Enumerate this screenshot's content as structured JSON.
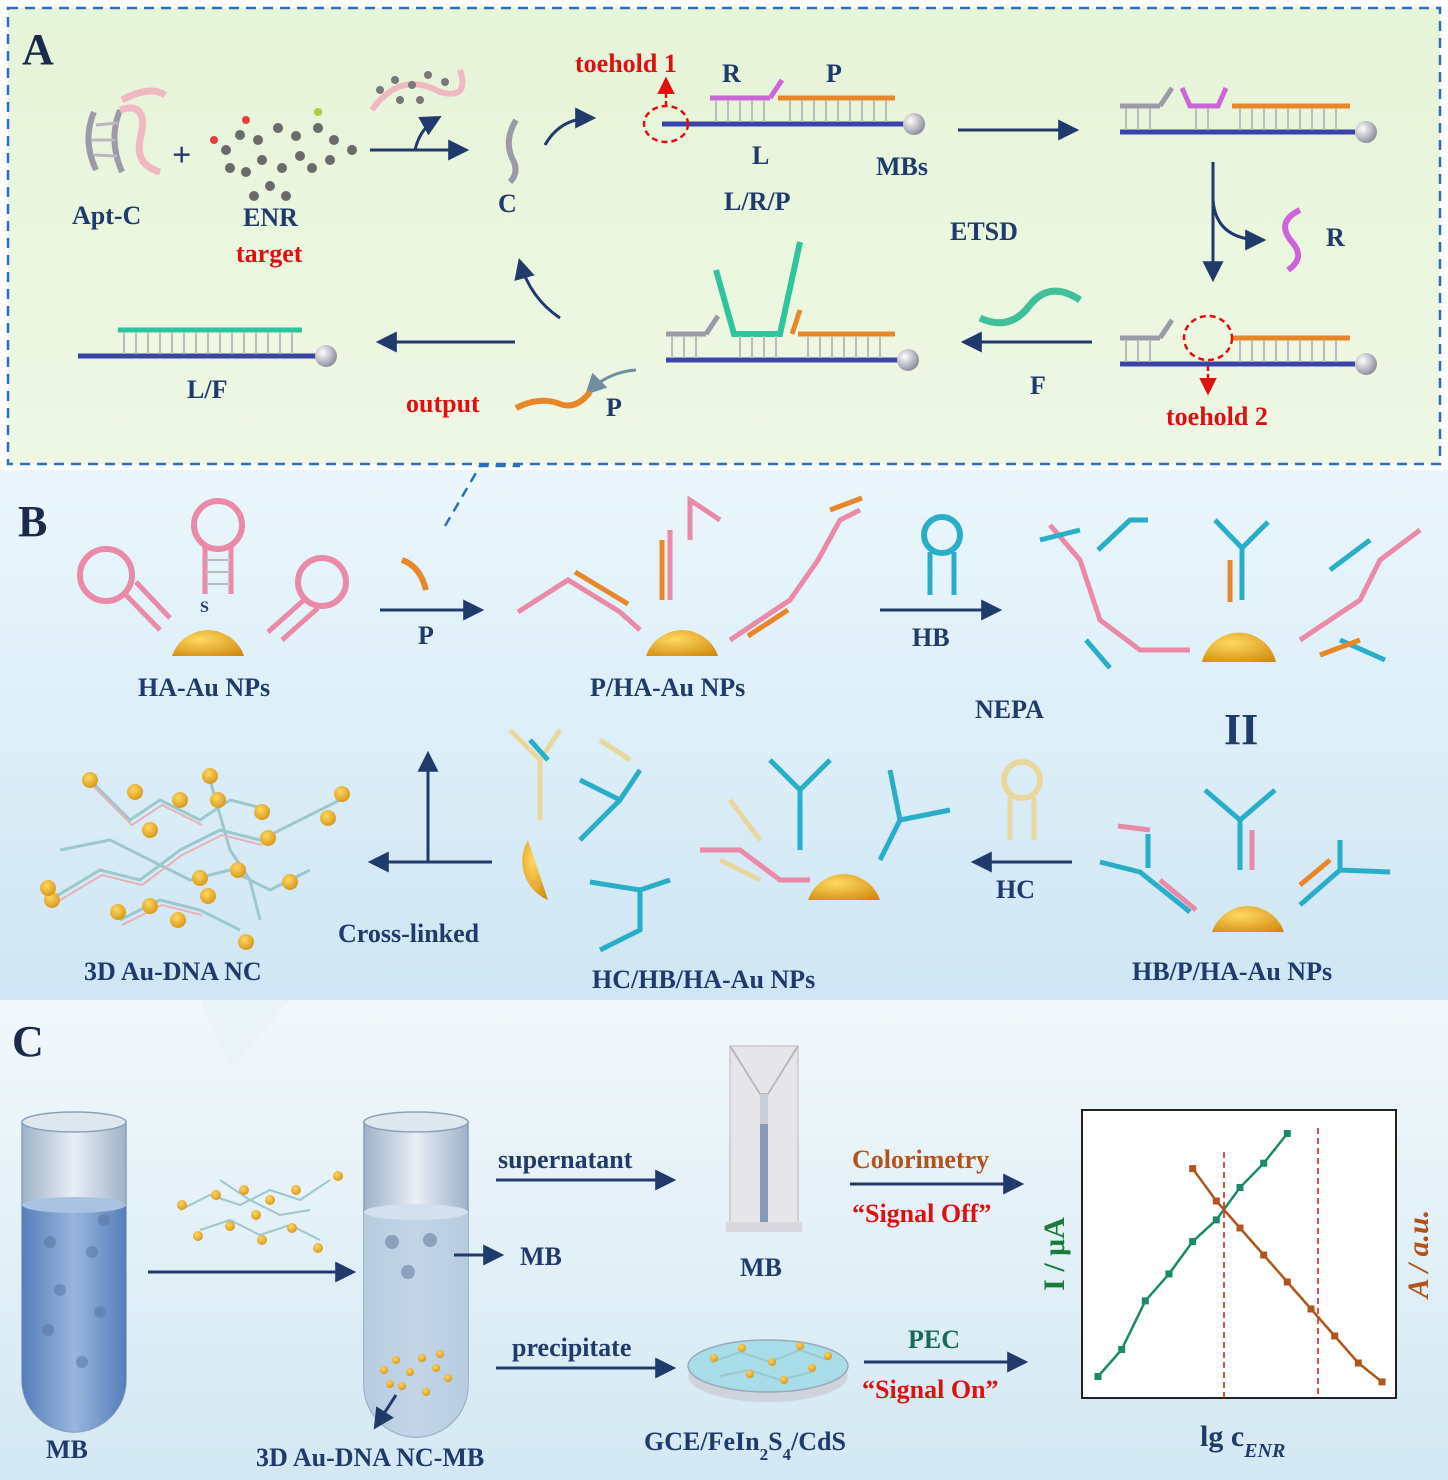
{
  "panels": {
    "a": "A",
    "b": "B",
    "c": "C"
  },
  "panel_a": {
    "apt_c": "Apt-C",
    "plus": "+",
    "enr": "ENR",
    "target": "target",
    "c_strand": "C",
    "toehold1": "toehold 1",
    "r_top": "R",
    "p_top": "P",
    "l_label": "L",
    "mbs": "MBs",
    "lrp": "L/R/P",
    "etsd": "ETSD",
    "r_released": "R",
    "toehold2": "toehold 2",
    "f_label": "F",
    "output": "output",
    "p_output": "P",
    "lf": "L/F"
  },
  "panel_b": {
    "ha_au": "HA-Au NPs",
    "p_arrow": "P",
    "p_ha_au": "P/HA-Au NPs",
    "hb_arrow": "HB",
    "nepa": "NEPA",
    "equals": "II",
    "hc_arrow": "HC",
    "hb_p_ha_au": "HB/P/HA-Au NPs",
    "hc_hb_ha_au": "HC/HB/HA-Au NPs",
    "cross_linked": "Cross-linked",
    "nc3d": "3D Au-DNA NC"
  },
  "panel_c": {
    "mb_tube": "MB",
    "nc_mb": "3D Au-DNA NC-MB",
    "mb_arrow": "MB",
    "supernatant": "supernatant",
    "precipitate": "precipitate",
    "mb_strip": "MB",
    "electrode": "GCE/FeIn",
    "electrode_sub1": "2",
    "electrode_mid": "S",
    "electrode_sub2": "4",
    "electrode_end": "/CdS",
    "colorimetry": "Colorimetry",
    "signal_off": "“Signal Off”",
    "pec": "PEC",
    "signal_on": "“Signal On”",
    "ylabel_left": "I / μA",
    "ylabel_right": "A / a.u.",
    "xlabel_main": "lg c",
    "xlabel_sub": "ENR"
  },
  "colors": {
    "navy": "#1f3a6b",
    "red": "#e01010",
    "pink": "#e88aa8",
    "orange": "#e8862a",
    "teal": "#2fb8a8",
    "cyan": "#2aaec8",
    "violet": "#c44fd0",
    "gold": "#f0b020",
    "green_line": "#1a8a6a",
    "brown_line": "#b0541c"
  },
  "chart_data": {
    "type": "line",
    "xlabel": "lg c_ENR",
    "ylabel": "I / μA",
    "ylabel_right": "A / a.u.",
    "series": [
      {
        "name": "I / μA",
        "x": [
          0,
          1,
          2,
          3,
          4,
          5,
          6,
          7,
          8
        ],
        "y": [
          0.05,
          0.15,
          0.33,
          0.43,
          0.55,
          0.63,
          0.75,
          0.84,
          0.95
        ]
      },
      {
        "name": "A / a.u.",
        "x": [
          4,
          5,
          6,
          7,
          8,
          9,
          10,
          11,
          12
        ],
        "y": [
          0.82,
          0.7,
          0.6,
          0.5,
          0.4,
          0.3,
          0.2,
          0.1,
          0.03
        ]
      }
    ]
  }
}
